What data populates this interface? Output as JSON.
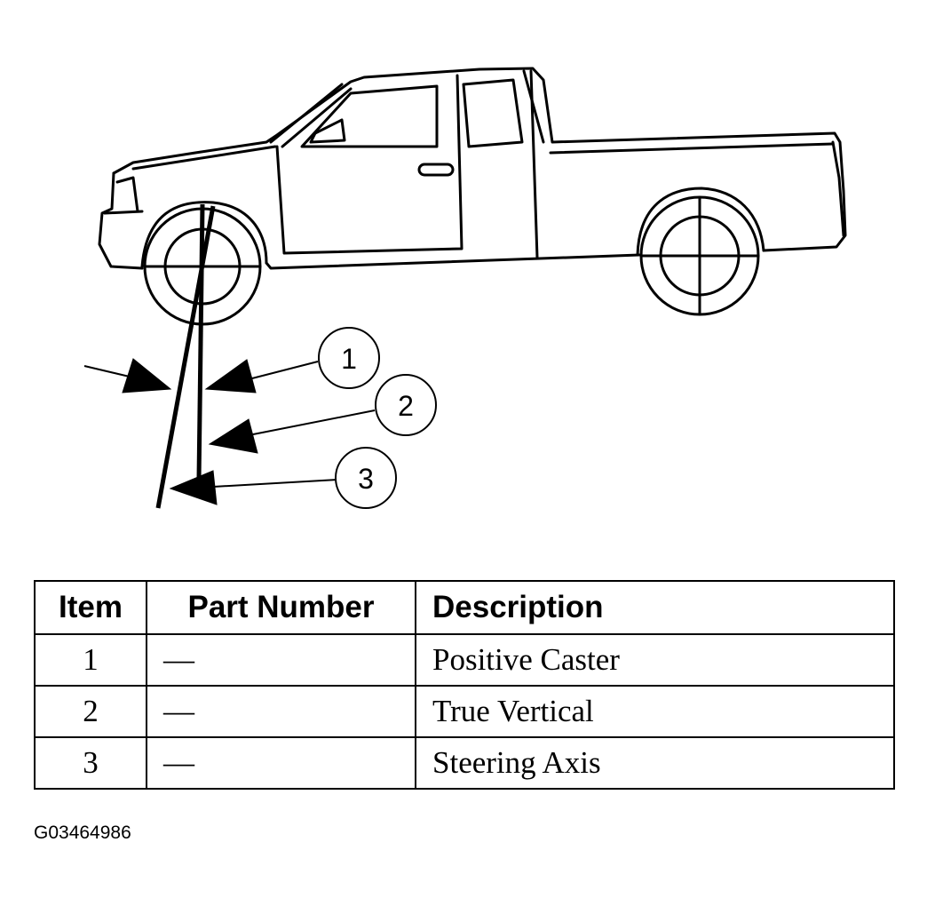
{
  "callouts": [
    "1",
    "2",
    "3"
  ],
  "table": {
    "headers": {
      "item": "Item",
      "part_number": "Part Number",
      "description": "Description"
    },
    "rows": [
      {
        "item": "1",
        "part_number": "—",
        "description": "Positive Caster"
      },
      {
        "item": "2",
        "part_number": "—",
        "description": "True Vertical"
      },
      {
        "item": "3",
        "part_number": "—",
        "description": "Steering Axis"
      }
    ]
  },
  "figure_id": "G03464986"
}
